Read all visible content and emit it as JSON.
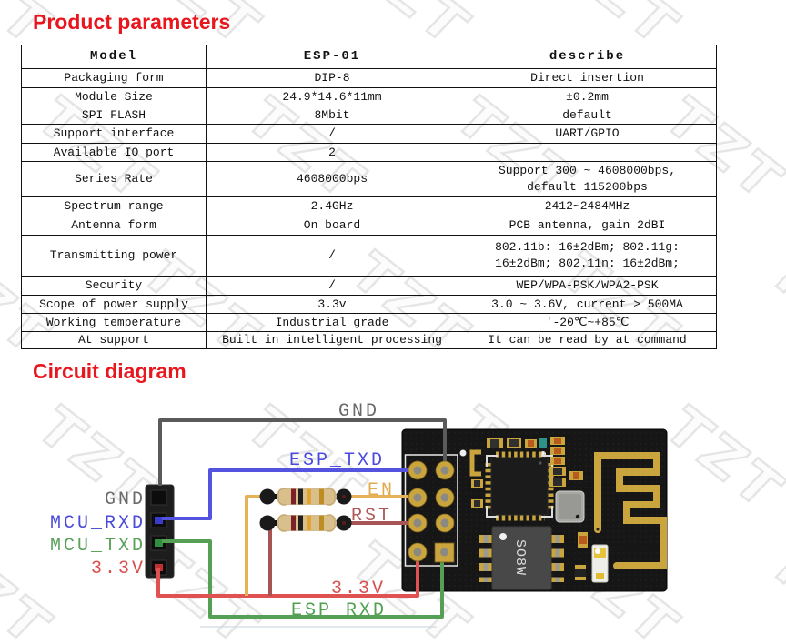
{
  "page": {
    "section1_title": "Product parameters",
    "section2_title": "Circuit diagram",
    "accent_red": "#e9161d"
  },
  "watermark": {
    "text": "TZT"
  },
  "table": {
    "headers": [
      "Model",
      "ESP-01",
      "describe"
    ],
    "rows": [
      [
        "Packaging form",
        "DIP-8",
        "Direct insertion"
      ],
      [
        "Module Size",
        "24.9*14.6*11mm",
        "±0.2mm"
      ],
      [
        "SPI FLASH",
        "8Mbit",
        "default"
      ],
      [
        "Support interface",
        "/",
        "UART/GPIO"
      ],
      [
        "Available IO port",
        "2",
        ""
      ],
      [
        "Series Rate",
        "4608000bps",
        "Support 300 ~ 4608000bps,\ndefault 115200bps"
      ],
      [
        "Spectrum range",
        "2.4GHz",
        "2412~2484MHz"
      ],
      [
        "Antenna form",
        "On board",
        "PCB antenna, gain 2dBI"
      ],
      [
        "Transmitting power",
        "/",
        "802.11b: 16±2dBm; 802.11g:\n16±2dBm; 802.11n: 16±2dBm;"
      ],
      [
        "Security",
        "/",
        "WEP/WPA-PSK/WPA2-PSK"
      ],
      [
        "Scope of power supply",
        "3.3v",
        "3.0 ~ 3.6V, current > 500MA"
      ],
      [
        "Working temperature",
        "Industrial grade",
        "'-20℃~+85℃"
      ],
      [
        "At support",
        "Built in intelligent processing",
        "It can be read by at command"
      ]
    ]
  },
  "diagram": {
    "labels": {
      "gnd_top": "GND",
      "esp_txd": "ESP_TXD",
      "en": "EN",
      "rst": "RST",
      "v33_right": "3.3V",
      "esp_rxd": "ESP_RXD",
      "gnd_left": "GND",
      "mcu_rxd": "MCU_RXD",
      "mcu_txd": "MCU_TXD",
      "v33_left": "3.3V"
    },
    "chip_label": "SO8W",
    "colors": {
      "gnd_wire": "#5a5a5a",
      "txd_wire": "#5353e0",
      "rxd_wire": "#55a055",
      "power_wire": "#e05252",
      "en_wire": "#e6b258",
      "rst_wire": "#a85454",
      "gnd_label": "#6a6a6a",
      "esp_txd_label": "#4a4ae0",
      "en_label": "#e2aa4c",
      "rst_label": "#b05858",
      "v33_label": "#d85050",
      "esp_rxd_label": "#50a050",
      "mcu_rxd_label": "#4a4ad8",
      "mcu_txd_label": "#58a058",
      "pcb_gold": "#caa43c",
      "board_black": "#161616"
    }
  }
}
